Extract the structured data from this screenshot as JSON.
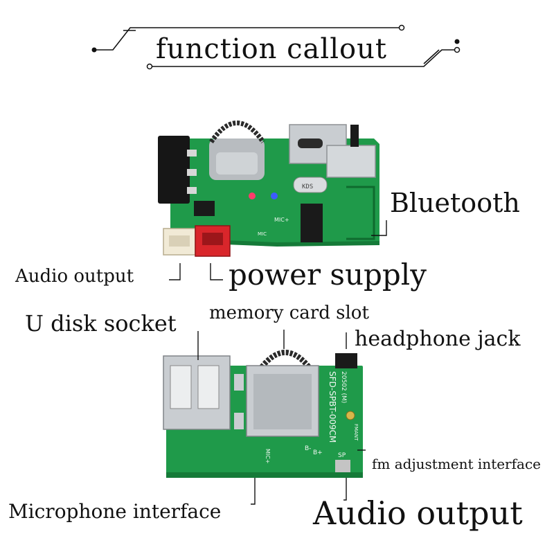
{
  "title": "function callout",
  "labels": {
    "bluetooth": "Bluetooth",
    "audio_output_top": "Audio output",
    "power_supply": "power supply",
    "u_disk_socket": "U disk socket",
    "memory_card_slot": "memory card slot",
    "headphone_jack": "headphone jack",
    "fm_adjustment": "fm adjustment interface",
    "microphone_interface": "Microphone interface",
    "audio_output_bottom": "Audio output"
  },
  "board_markings": {
    "crystal": "KDS",
    "mic_top": "MIC+",
    "mic_small": "MIC",
    "part_number": "SFD-SPBT-009CM",
    "date_code": "20502 (M)",
    "fm_ant": "FMANT",
    "mic_bottom": "MIC+",
    "b_plus": "B+",
    "b_minus": "B-",
    "sp": "SP"
  },
  "colors": {
    "pcb": "#1f9a4a",
    "pcb_dark": "#157a38",
    "metal": "#c9cdd1",
    "power_connector": "#d9262b",
    "audio_connector": "#f1ead6",
    "led_red": "#ff3b6b",
    "led_blue": "#3d5bff"
  }
}
